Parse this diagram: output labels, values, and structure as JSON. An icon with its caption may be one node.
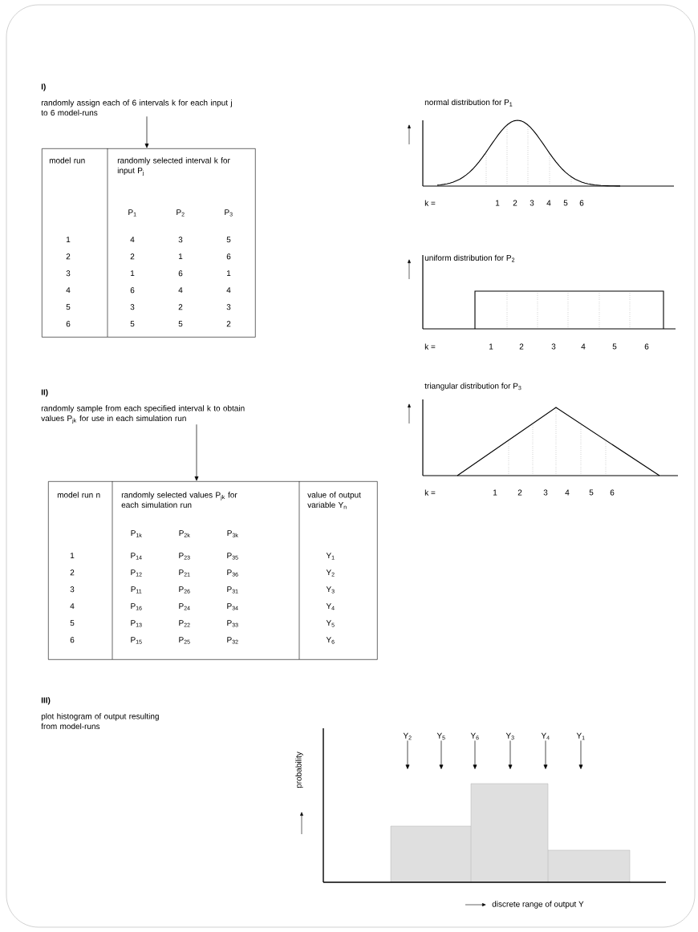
{
  "diagram": {
    "nodes": [
      {
        "text": [
          "I)",
          "randomly assign each of 6 intervals k for each input j to 6 model-runs"
        ]
      },
      {
        "text": [
          "model run",
          "randomly selected interval k for input P$_{j}$",
          "P$_{1}$",
          "P$_{2}$",
          "P$_{3}$",
          "1",
          "4",
          "3",
          "5",
          "2",
          "2",
          "1",
          "6",
          "3",
          "1",
          "6",
          "1",
          "4",
          "6",
          "4",
          "4",
          "5",
          "3",
          "2",
          "3",
          "6",
          "5",
          "5",
          "2"
        ]
      },
      {
        "text": [
          "II)",
          "randomly sample from each specified interval k to obtain values P$_{jk}$ for use in each simulation run"
        ]
      },
      {
        "text": [
          "model run n",
          "randomly selected values P$_{jk}$ for each simulation run",
          "value of output variable Y$_{n}$",
          "P$_{1k}$",
          "P$_{2k}$",
          "P$_{3k}$",
          "1",
          "P$_{14}$",
          "P$_{23}$",
          "P$_{35}$",
          "Y$_{1}$",
          "2",
          "P$_{12}$",
          "P$_{21}$",
          "P$_{36}$",
          "Y$_{2}$",
          "3",
          "P$_{11}$",
          "P$_{26}$",
          "P$_{31}$",
          "Y$_{3}$",
          "4",
          "P$_{16}$",
          "P$_{24}$",
          "P$_{34}$",
          "Y$_{4}$",
          "5",
          "P$_{13}$",
          "P$_{22}$",
          "P$_{33}$",
          "Y$_{5}$",
          "6",
          "P$_{15}$",
          "P$_{25}$",
          "P$_{32}$",
          "Y$_{6}$"
        ]
      },
      {
        "text": [
          "III)",
          "plot histogram of output resulting from model-runs"
        ]
      },
      {
        "text": [
          "Y$_{2}$"
        ]
      },
      {
        "text": [
          "Y$_{5}$"
        ]
      },
      {
        "text": [
          "Y$_{6}$"
        ]
      },
      {
        "text": [
          "Y$_{3}$"
        ]
      },
      {
        "text": [
          "Y$_{4}$"
        ]
      },
      {
        "text": [
          "Y$_{1}$"
        ]
      }
    ],
    "edges": [
      {
        "from": 0,
        "to": 1,
        "arrow": "to"
      },
      {
        "from": 2,
        "to": 3,
        "arrow": "to"
      },
      {
        "from": 5,
        "to": null,
        "arrow": "to"
      },
      {
        "from": 6,
        "to": null,
        "arrow": "to"
      },
      {
        "from": 7,
        "to": null,
        "arrow": "to"
      },
      {
        "from": 8,
        "to": null,
        "arrow": "to"
      },
      {
        "from": 9,
        "to": null,
        "arrow": "to"
      },
      {
        "from": 10,
        "to": null,
        "arrow": "to"
      }
    ],
    "labels": [
      "normal distribution for P$_{1}$",
      "k =",
      "1",
      "2",
      "3",
      "4",
      "5",
      "6",
      "uniform distribution for P$_{2}$",
      "k =",
      "1",
      "2",
      "3",
      "4",
      "5",
      "6",
      "triangular distribution for P$_{3}$",
      "k =",
      "1",
      "2",
      "3",
      "4",
      "5",
      "6",
      "probability",
      "discrete range of output Y"
    ]
  }
}
